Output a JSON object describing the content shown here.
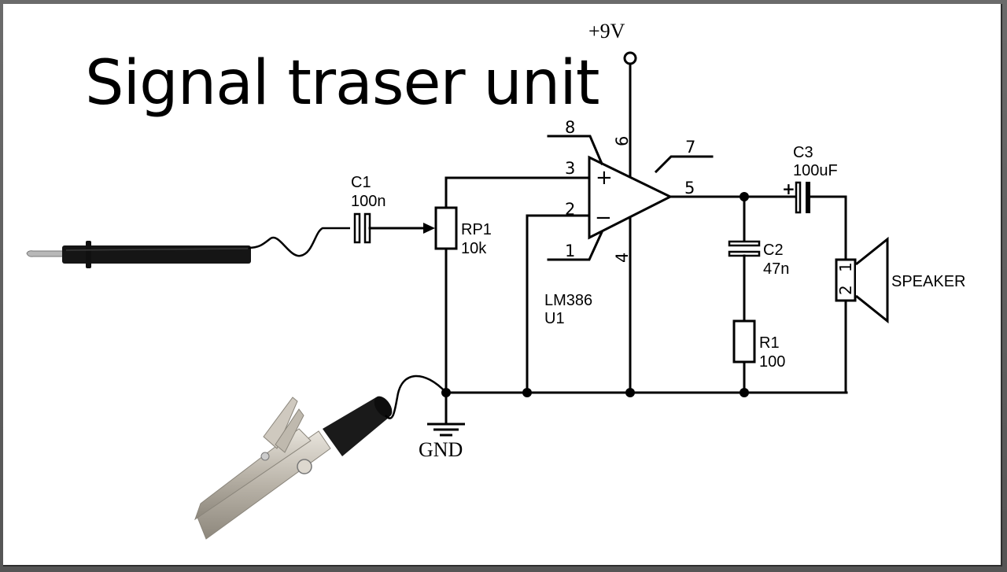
{
  "title": "Signal traser unit",
  "supply": {
    "label": "+9V"
  },
  "ground": {
    "label": "GND"
  },
  "components": {
    "c1": {
      "ref": "C1",
      "value": "100n"
    },
    "rp1": {
      "ref": "RP1",
      "value": "10k"
    },
    "u1": {
      "part": "LM386",
      "ref": "U1",
      "pins": {
        "p1": "1",
        "p2": "2",
        "p3": "3",
        "p4": "4",
        "p5": "5",
        "p6": "6",
        "p7": "7",
        "p8": "8"
      },
      "plus_sign": "+",
      "minus_sign": "−"
    },
    "c2": {
      "ref": "C2",
      "value": "47n"
    },
    "r1": {
      "ref": "R1",
      "value": "100"
    },
    "c3": {
      "ref": "C3",
      "value": "100uF",
      "polarity": "+"
    },
    "speaker": {
      "label": "SPEAKER",
      "pin1": "1",
      "pin2": "2"
    }
  },
  "photos": {
    "probe": "test-probe",
    "clip": "alligator-clip"
  },
  "colors": {
    "background": "#ffffff",
    "ink": "#000000",
    "frame": "#5a5a5a"
  }
}
